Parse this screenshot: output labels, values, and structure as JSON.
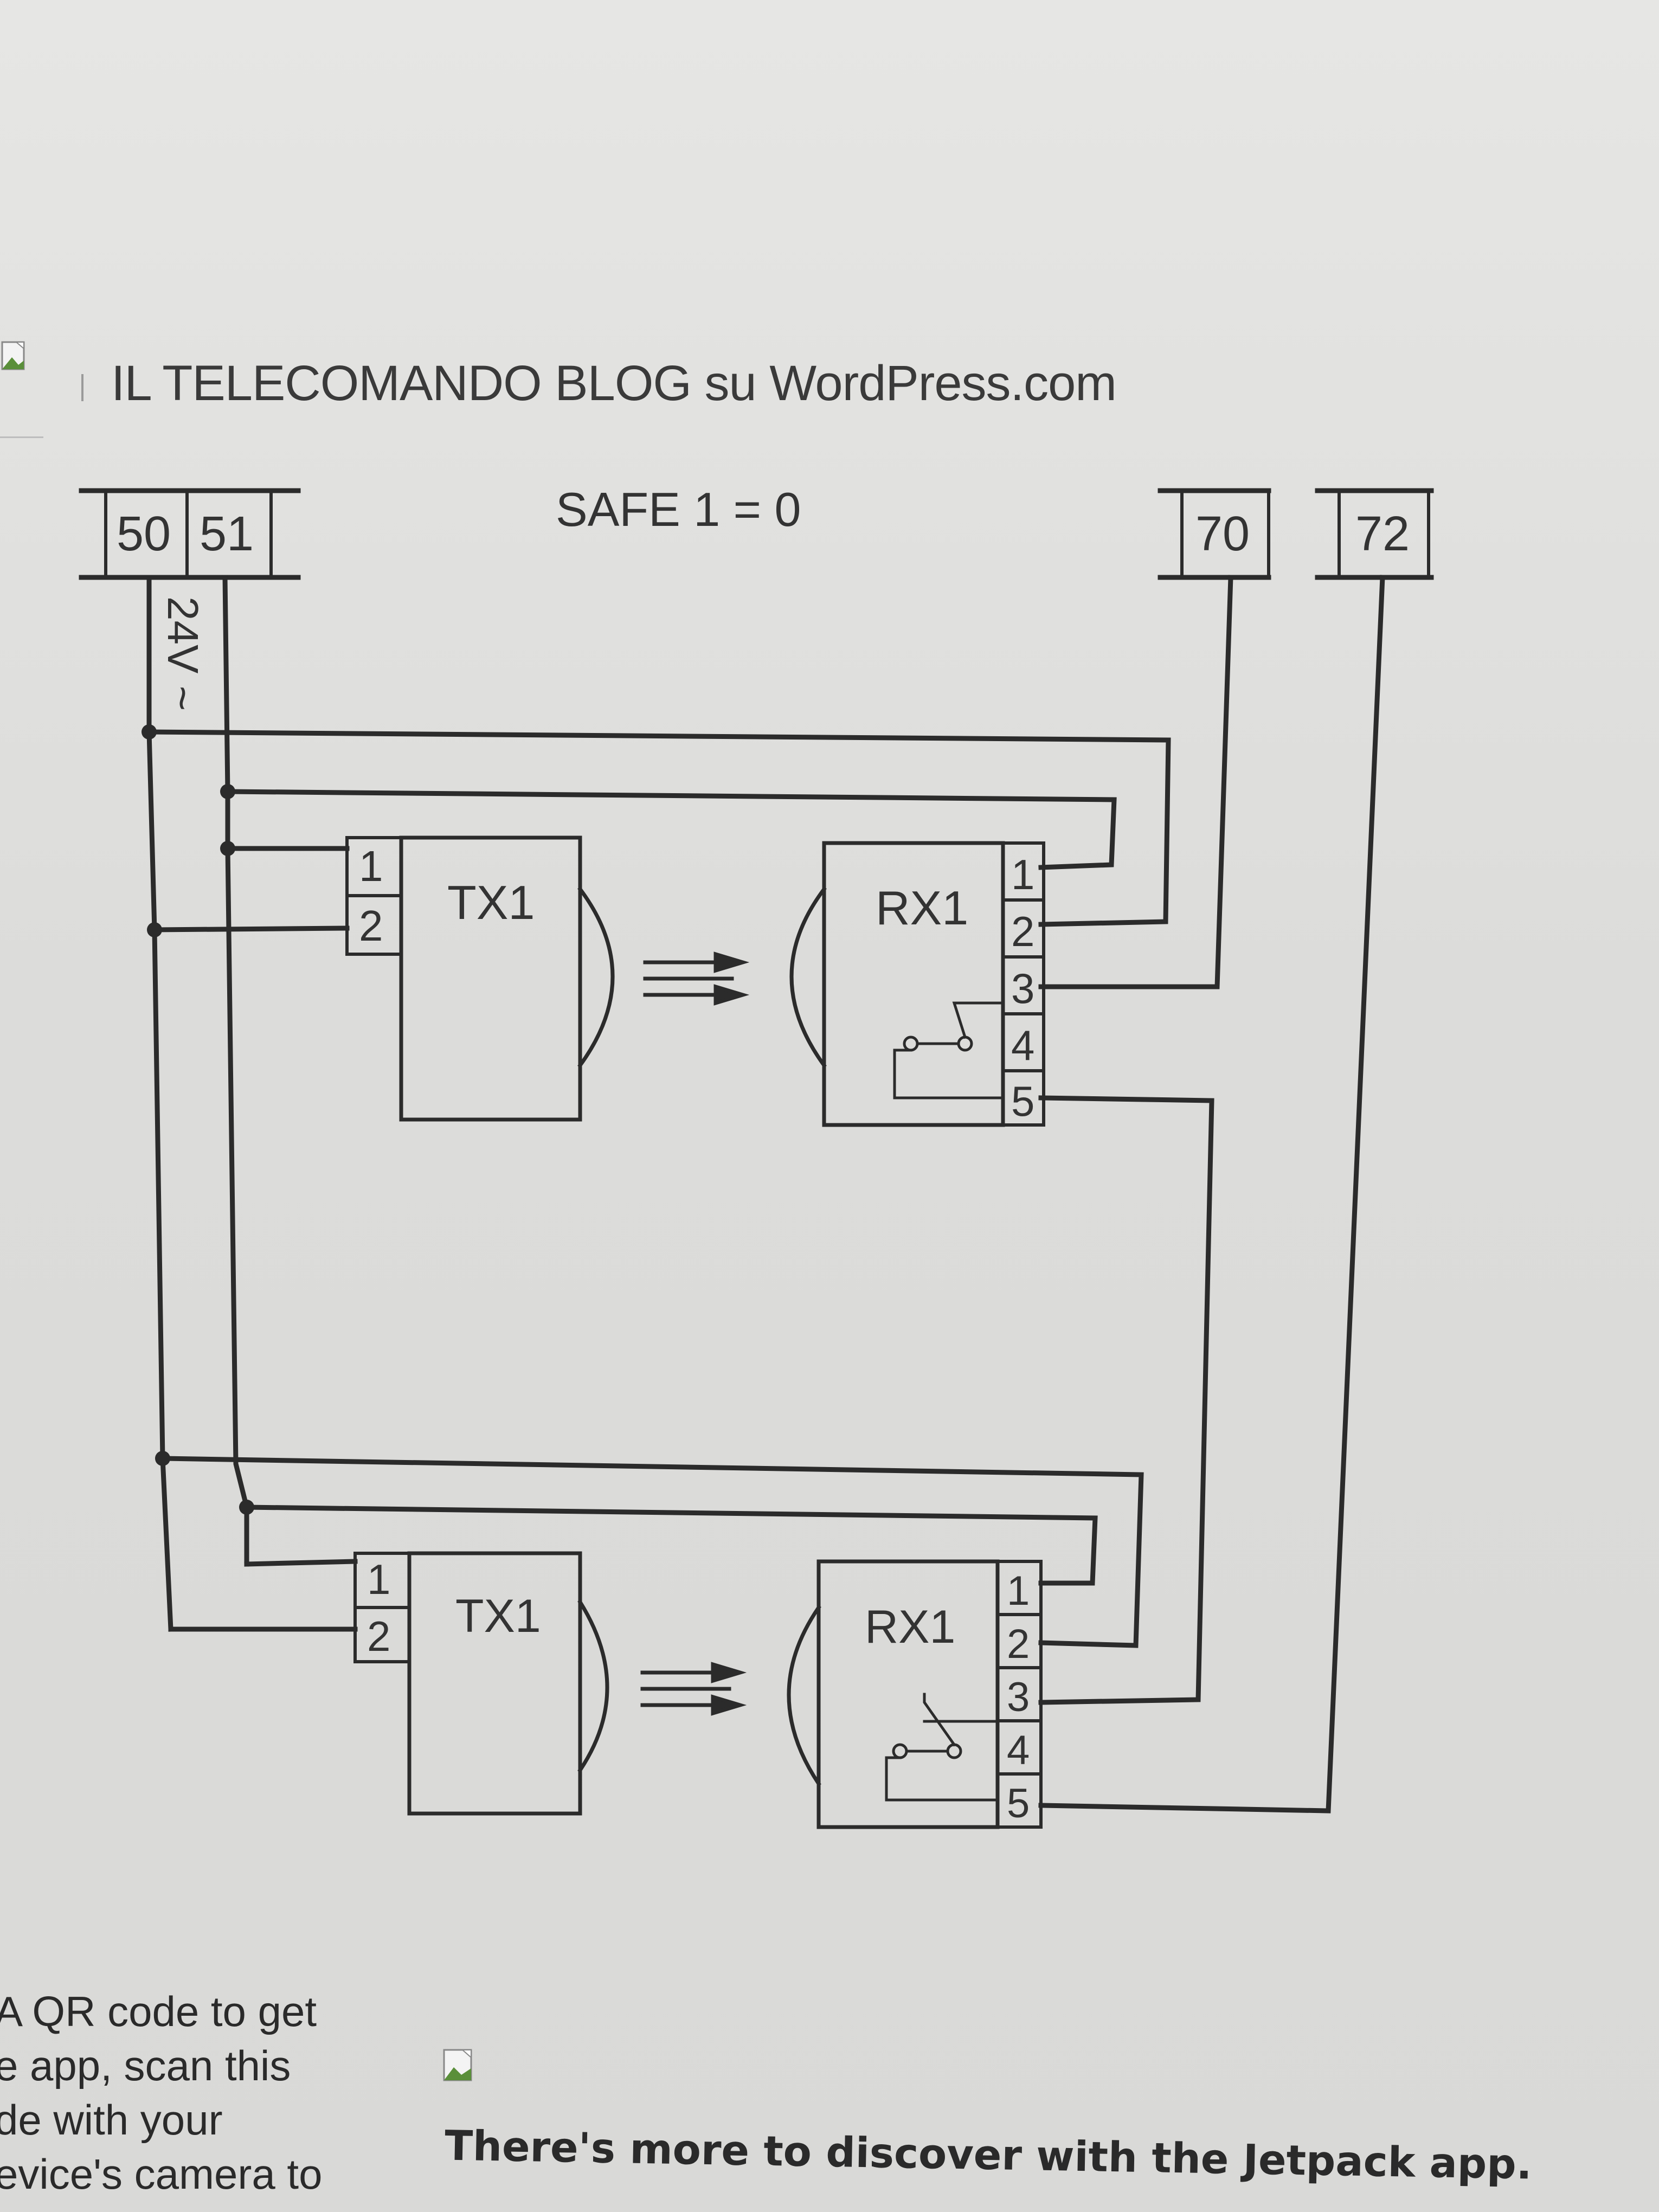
{
  "header": {
    "site_title": "IL TELECOMANDO BLOG su WordPress.com",
    "site_icon": "broken-image-icon"
  },
  "diagram": {
    "title": "SAFE 1 = 0",
    "terminals_left": [
      "50",
      "51"
    ],
    "terminals_right": [
      "70",
      "72"
    ],
    "supply_label": "24V ~",
    "transmitter_label": "TX1",
    "receiver_label": "RX1",
    "tx_pins": [
      "1",
      "2"
    ],
    "rx_pins": [
      "1",
      "2",
      "3",
      "4",
      "5"
    ]
  },
  "promo": {
    "qr_text_lines": [
      "A QR code to get",
      "e app, scan this",
      "de with your",
      "evice's camera to"
    ],
    "promo_icon": "broken-image-icon",
    "cta": "There's more to discover with the Jetpack app."
  }
}
